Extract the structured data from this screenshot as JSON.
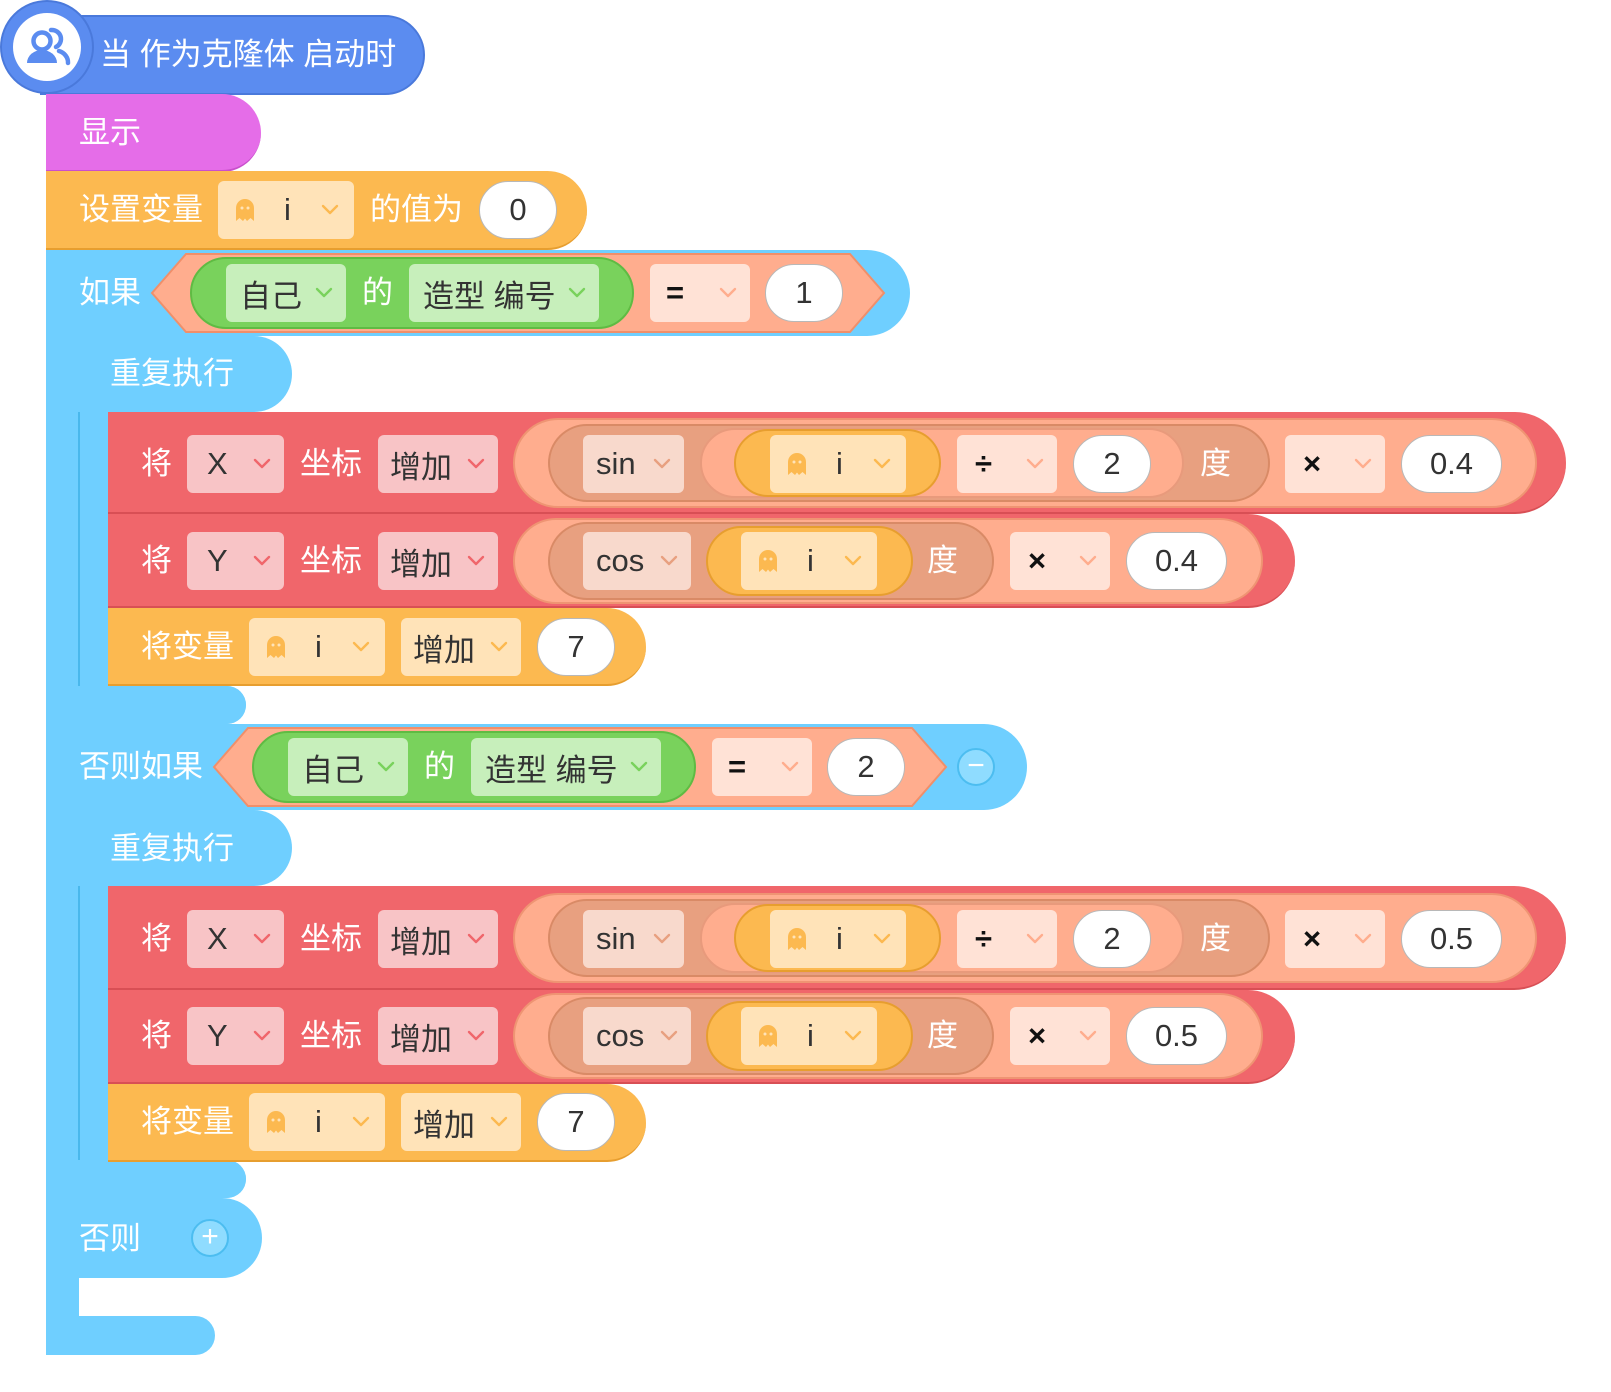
{
  "palette": {
    "event": "#5b8cf0",
    "looks": "#e56de8",
    "variable": "#fcb950",
    "control": "#6fcfff",
    "motion": "#f0666b",
    "operator": "#ffad8e",
    "sensing": "#79d25c"
  },
  "hat": {
    "label": "当 作为克隆体 启动时",
    "icon": "clone-users-icon"
  },
  "show": {
    "label": "显示"
  },
  "set_var": {
    "label": "设置变量",
    "var_name": "i",
    "mid_label": "的值为",
    "value": "0"
  },
  "if": {
    "label": "如果",
    "sensor_target": "自己",
    "sensor_of": "的",
    "sensor_attr": "造型 编号",
    "op": "=",
    "value": "1"
  },
  "elseif": {
    "label": "否则如果",
    "sensor_target": "自己",
    "sensor_of": "的",
    "sensor_attr": "造型 编号",
    "op": "=",
    "value": "2",
    "remove": "−"
  },
  "else": {
    "label": "否则",
    "add": "+"
  },
  "repeat_label": "重复执行",
  "branch1": {
    "x_move": {
      "label": "将",
      "axis": "X",
      "coord_label": "坐标",
      "mode": "增加",
      "func": "sin",
      "var": "i",
      "div_op": "÷",
      "divisor": "2",
      "degree": "度",
      "mul_op": "×",
      "factor": "0.4"
    },
    "y_move": {
      "label": "将",
      "axis": "Y",
      "coord_label": "坐标",
      "mode": "增加",
      "func": "cos",
      "var": "i",
      "degree": "度",
      "mul_op": "×",
      "factor": "0.4"
    },
    "change_var": {
      "label": "将变量",
      "var": "i",
      "mode": "增加",
      "value": "7"
    }
  },
  "branch2": {
    "x_move": {
      "label": "将",
      "axis": "X",
      "coord_label": "坐标",
      "mode": "增加",
      "func": "sin",
      "var": "i",
      "div_op": "÷",
      "divisor": "2",
      "degree": "度",
      "mul_op": "×",
      "factor": "0.5"
    },
    "y_move": {
      "label": "将",
      "axis": "Y",
      "coord_label": "坐标",
      "mode": "增加",
      "func": "cos",
      "var": "i",
      "degree": "度",
      "mul_op": "×",
      "factor": "0.5"
    },
    "change_var": {
      "label": "将变量",
      "var": "i",
      "mode": "增加",
      "value": "7"
    }
  }
}
